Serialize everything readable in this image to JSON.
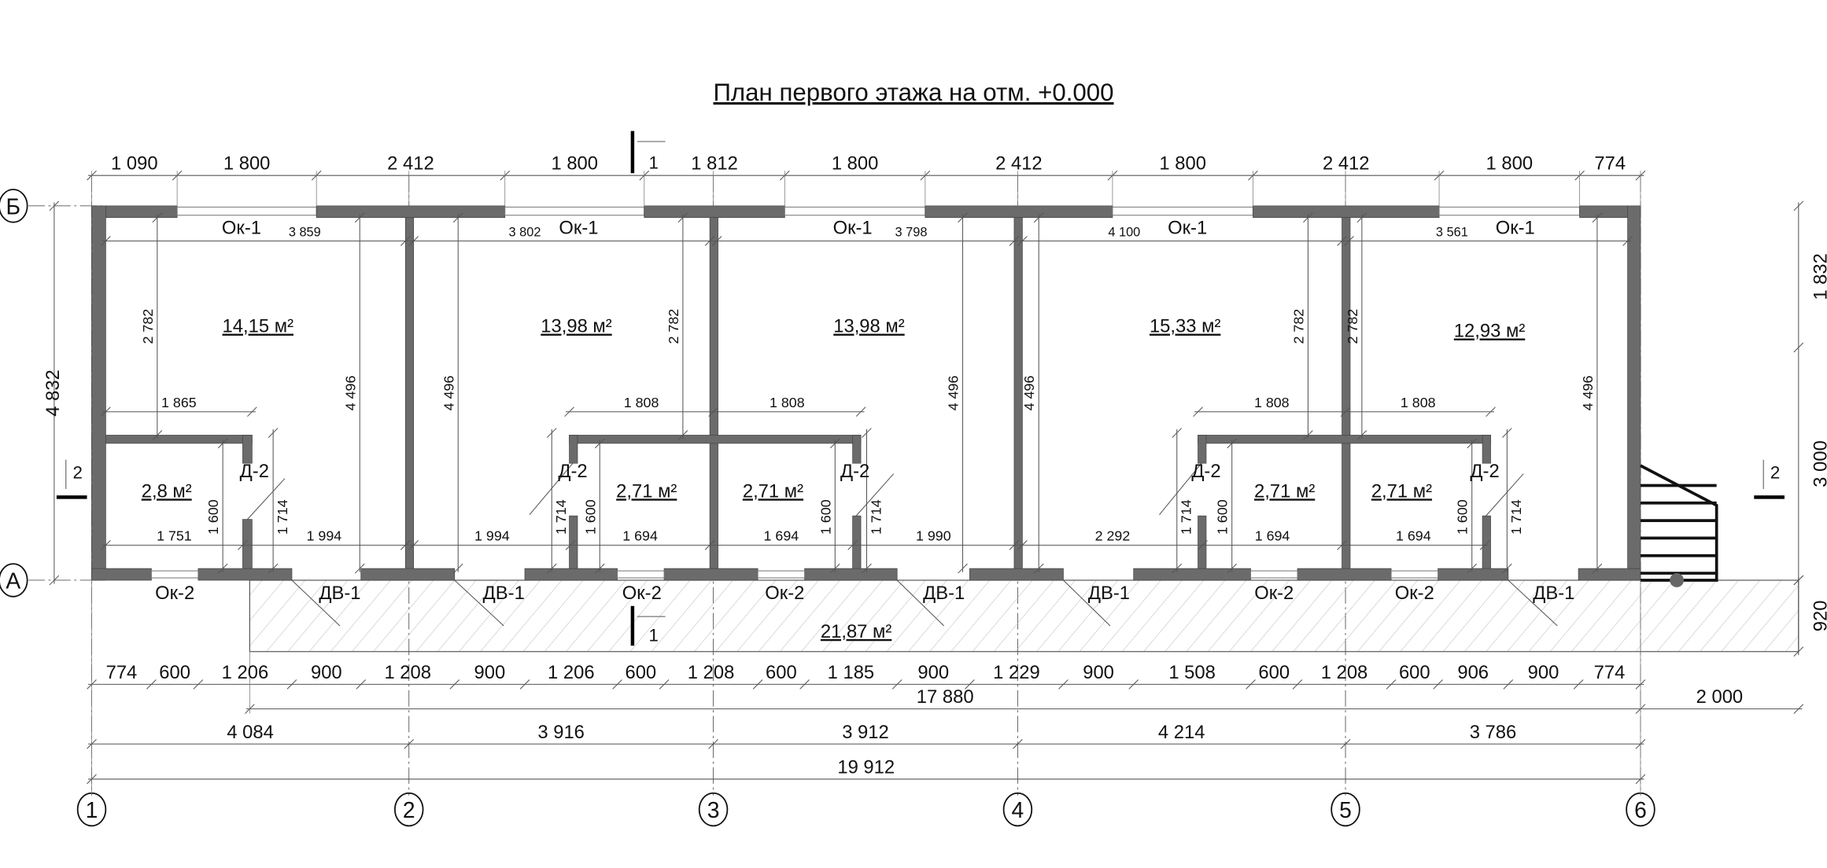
{
  "title": "План первого этажа на отм. +0.000",
  "axes": {
    "vertical": [
      "1",
      "2",
      "3",
      "4",
      "5",
      "6"
    ],
    "horizontal": [
      "Б",
      "А"
    ]
  },
  "sections": {
    "s1": "1",
    "s2": "2"
  },
  "top_dims": [
    "1 090",
    "1 800",
    "2 412",
    "1 800",
    "1 812",
    "1 800",
    "2 412",
    "1 800",
    "2 412",
    "1 800",
    "774"
  ],
  "bottom_dims_row1": [
    "774",
    "600",
    "1 206",
    "900",
    "1 208",
    "900",
    "1 206",
    "600",
    "1 208",
    "600",
    "1 185",
    "900",
    "1 229",
    "900",
    "1 508",
    "600",
    "1 208",
    "600",
    "906",
    "900",
    "774"
  ],
  "bottom_dims_row2": [
    "17 880",
    "2 000"
  ],
  "bottom_dims_row3": [
    "4 084",
    "3 916",
    "3 912",
    "4 214",
    "3 786"
  ],
  "bottom_dims_total": "19 912",
  "left_dim": "4 832",
  "right_dims": [
    "1 832",
    "3 000",
    "920"
  ],
  "room_widths": [
    "3 859",
    "3 802",
    "3 798",
    "4 100",
    "3 561"
  ],
  "room_depths": [
    "4 496",
    "4 496",
    "4 496",
    "4 496",
    "4 496"
  ],
  "dims_2782": [
    "2 782",
    "2 782",
    "2 782",
    "2 782"
  ],
  "bath_widths": [
    "1 865",
    "1 808",
    "1 808",
    "1 808",
    "1 808"
  ],
  "lower_dims": [
    "1 751",
    "1 994",
    "1 994",
    "1 694",
    "1 694",
    "1 990",
    "2 292",
    "1 694",
    "1 694"
  ],
  "dims_1600": [
    "1 600",
    "1 600",
    "1 600",
    "1 600",
    "1 600"
  ],
  "dims_1714": [
    "1 714",
    "1 714",
    "1 714",
    "1 714",
    "1 714"
  ],
  "window_top_label": "Ок-1",
  "window_bottom_label": "Ок-2",
  "door_entry_label": "ДВ-1",
  "door_bath_label": "Д-2",
  "room_areas": [
    "14,15 м²",
    "13,98 м²",
    "13,98 м²",
    "15,33 м²",
    "12,93 м²"
  ],
  "bath_areas": [
    "2,8 м²",
    "2,71 м²",
    "2,71 м²",
    "2,71 м²",
    "2,71 м²"
  ],
  "porch_area": "21,87 м²"
}
